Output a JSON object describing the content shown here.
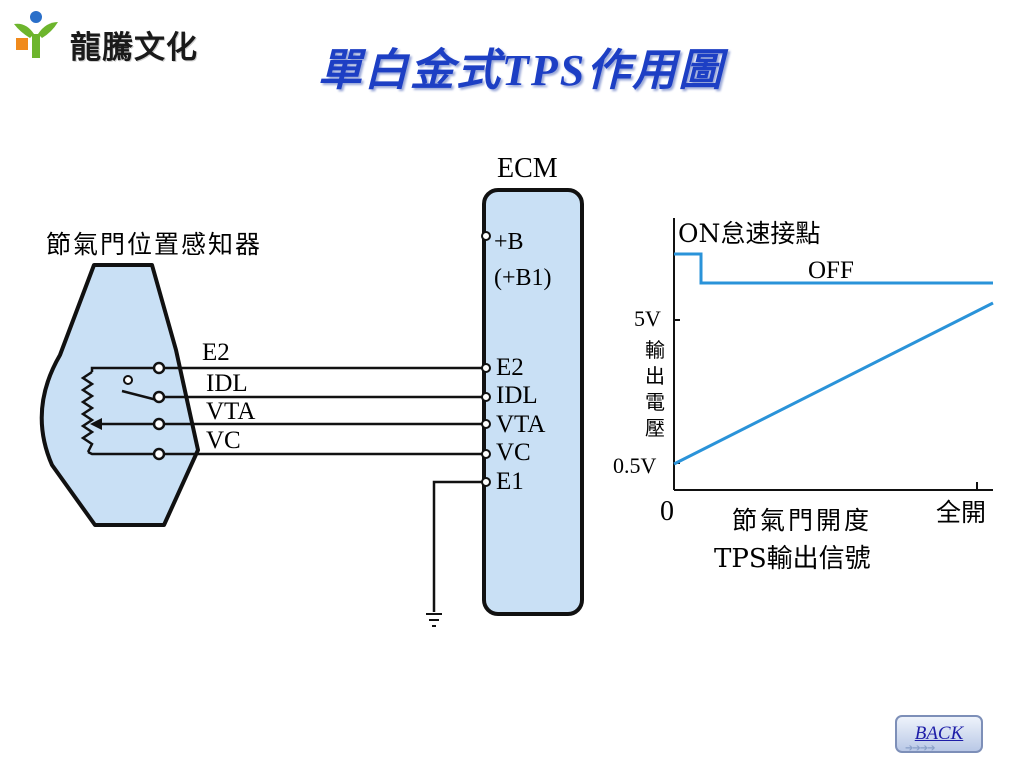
{
  "logo": {
    "text": "龍騰文化",
    "icon": "person-leaf-icon",
    "colors": {
      "green": "#6db52d",
      "blue": "#2a6fc9",
      "orange": "#f08a1c"
    }
  },
  "title": "單白金式TPS作用圖",
  "sensor": {
    "name": "節氣門位置感知器",
    "terminals": [
      "E2",
      "IDL",
      "VTA",
      "VC"
    ]
  },
  "ecm": {
    "name": "ECM",
    "terminals": [
      "+B",
      "(+B1)",
      "E2",
      "IDL",
      "VTA",
      "VC",
      "E1"
    ]
  },
  "graph": {
    "on_label": "ON怠速接點",
    "off_label": "OFF",
    "y_label": "輸出電壓",
    "tick_5v": "5V",
    "tick_05v": "0.5V",
    "origin": "0",
    "x_label": "節氣門開度",
    "x_end": "全開",
    "caption": "TPS輸出信號",
    "line_color": "#2a93d9"
  },
  "colors": {
    "sensor_fill": "#c9e0f5",
    "ecm_fill": "#c9e0f5",
    "title": "#1d3fc4"
  },
  "back_button": "BACK"
}
